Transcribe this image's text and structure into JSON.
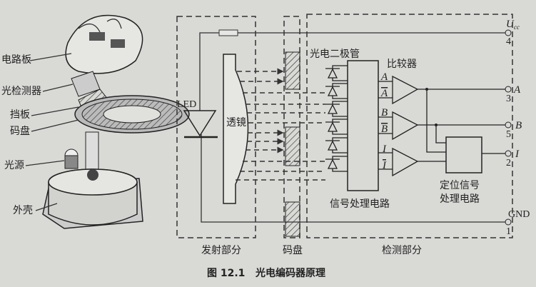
{
  "caption": "图 12.1   光电编码器原理",
  "left_labels": {
    "circuit_board": "电路板",
    "photodetector": "光检测器",
    "baffle": "挡板",
    "code_disc": "码盘",
    "light_source": "光源",
    "housing": "外壳"
  },
  "sections": {
    "emitter": "发射部分",
    "disc": "码盘",
    "detector": "检测部分"
  },
  "emitter": {
    "led": "LED",
    "lens": "透镜"
  },
  "detector": {
    "photodiodes": "光电二极管",
    "comparator": "比较器",
    "signal_circuit": "信号处理电路",
    "position_circuit_1": "定位信号",
    "position_circuit_2": "处理电路",
    "signals": [
      "A",
      "A",
      "B",
      "B",
      "I",
      "I"
    ]
  },
  "terminals": [
    {
      "name": "U",
      "sub": "cc",
      "pin": "4"
    },
    {
      "name": "A",
      "pin": "3"
    },
    {
      "name": "B",
      "pin": "5"
    },
    {
      "name": "I",
      "pin": "2"
    },
    {
      "name": "GND",
      "pin": "1"
    }
  ]
}
